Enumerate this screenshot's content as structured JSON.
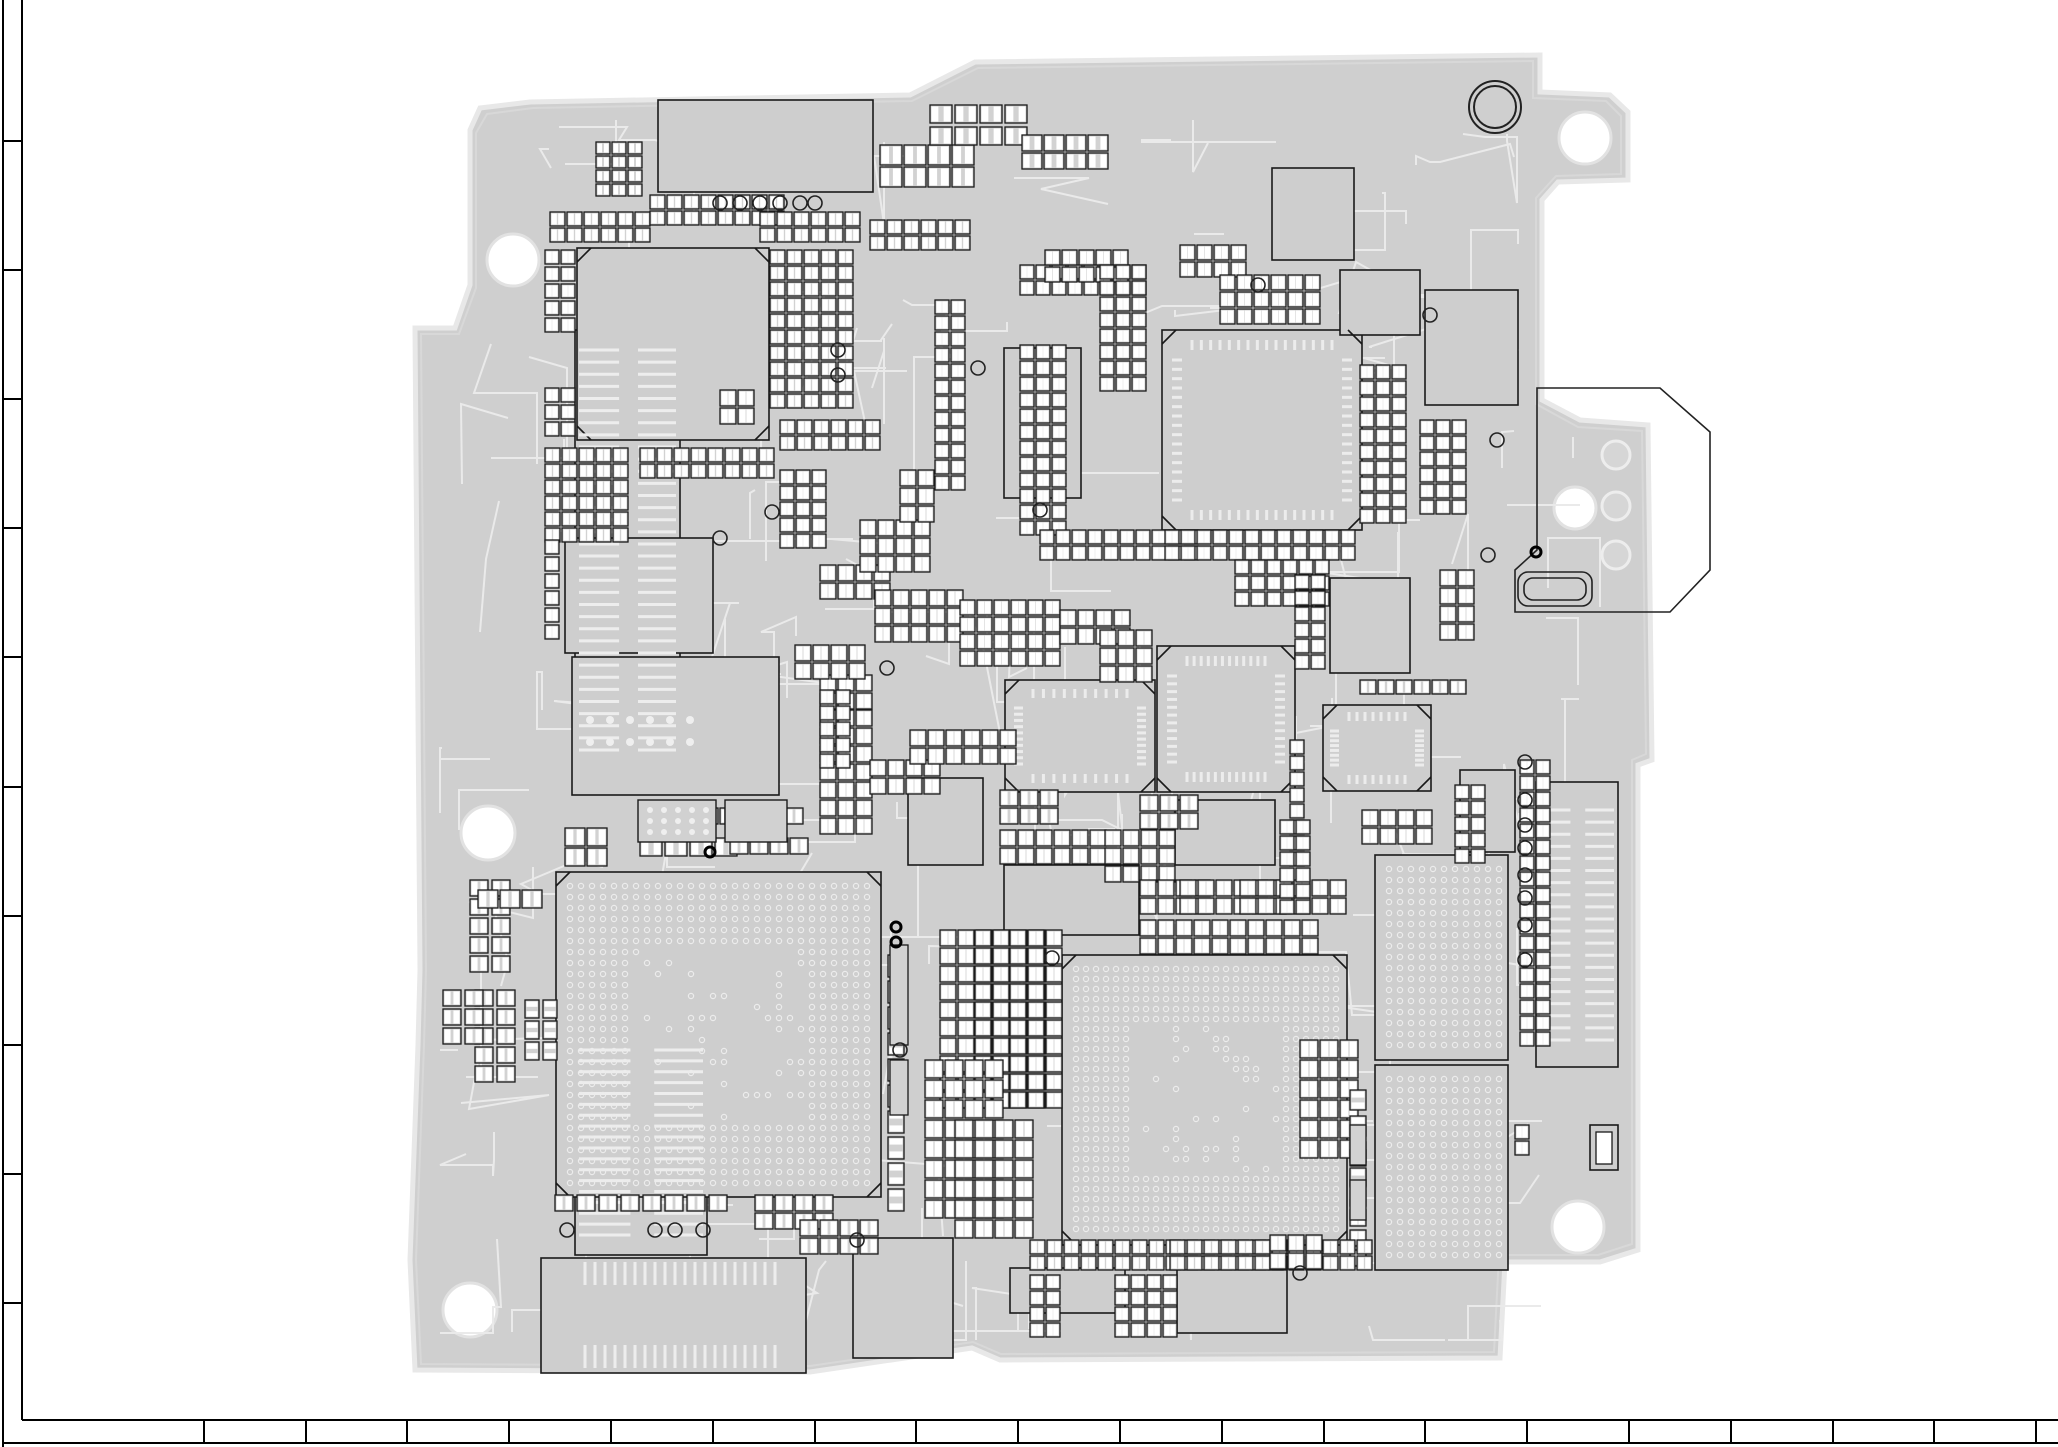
{
  "diagram": {
    "kind": "pcb-layout",
    "colors": {
      "background": "#ffffff",
      "board_fill": "#cfcfcf",
      "board_outline": "#e6e6e6",
      "trace": "#e9e9e9",
      "pad_fill": "#ffffff",
      "outline": "#1a1a1a",
      "frame": "#000000",
      "hole_fill": "#ffffff"
    },
    "frame": {
      "left_ruler_divisions": 11,
      "bottom_ruler_divisions": 20
    },
    "labels": []
  }
}
